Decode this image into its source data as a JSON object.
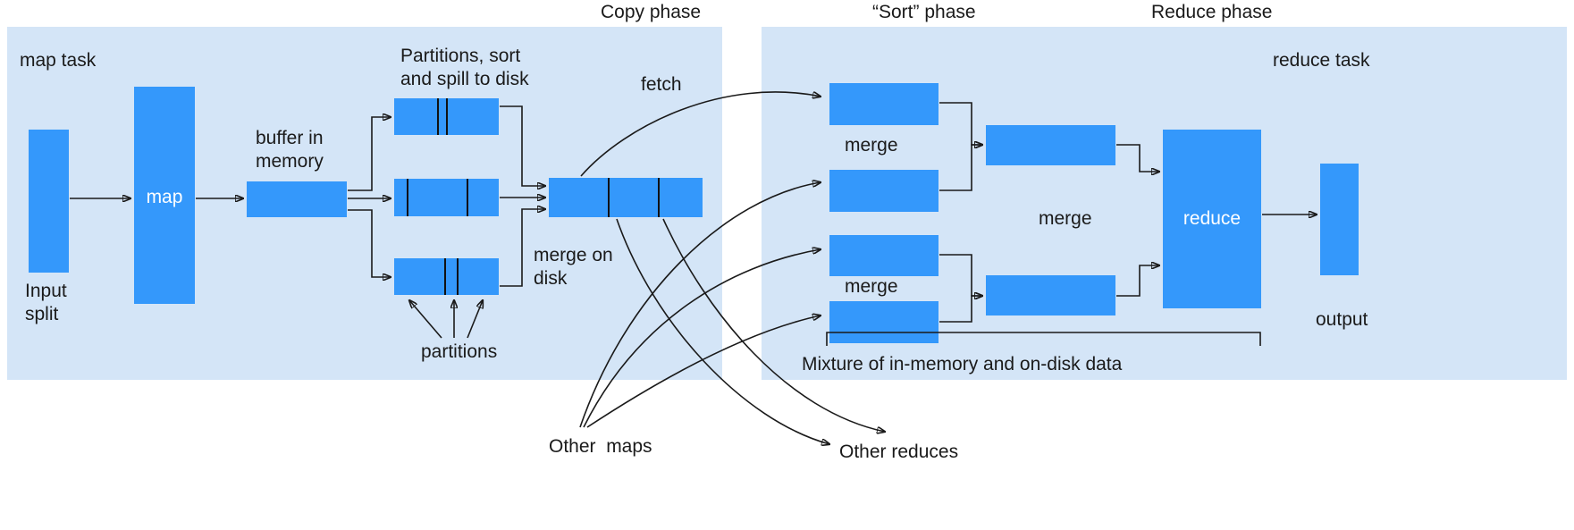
{
  "diagram": {
    "title_phases": [
      {
        "id": "copy",
        "label": "Copy phase"
      },
      {
        "id": "sort",
        "label": "“Sort” phase"
      },
      {
        "id": "reduce",
        "label": "Reduce phase"
      }
    ],
    "colors": {
      "panel_bg": "#d4e5f7",
      "box_fill": "#3498fb",
      "line": "#1a1a1a",
      "box_text": "#ffffff",
      "label_text": "#1a1a1a",
      "page_bg": "#ffffff"
    },
    "map_side": {
      "task_label": "map task",
      "input_split_label": "Input\nsplit",
      "map_box_label": "map",
      "buffer_label": "buffer in\nmemory",
      "partitions_spill_label": "Partitions, sort\nand spill to disk",
      "partitions_label": "partitions",
      "merge_on_disk_label": "merge on\ndisk",
      "spill_files": 3,
      "spill_file_segments": [
        3,
        3,
        3
      ],
      "merged_file_segments": 3
    },
    "reduce_side": {
      "task_label": "reduce task",
      "fetch_label": "fetch",
      "merge_label_upper": "merge",
      "merge_label_lower": "merge",
      "merge_label_final": "merge",
      "reduce_box_label": "reduce",
      "output_label": "output",
      "mixture_label": "Mixture of in-memory and on-disk data",
      "fetch_inputs": 4,
      "intermediate_merges": 2
    },
    "other": {
      "other_maps_label": "Other  maps",
      "other_reduces_label": "Other reduces"
    }
  }
}
